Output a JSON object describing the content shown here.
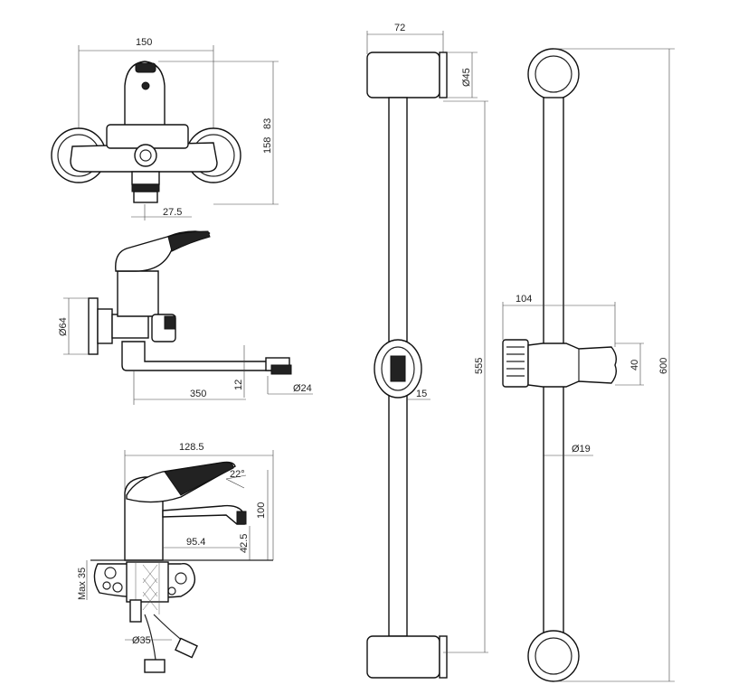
{
  "drawing": {
    "accent_color": "#222222",
    "background_color": "#ffffff",
    "dimensions": {
      "wall_mixer_width": "150",
      "wall_mixer_height": "158",
      "wall_mixer_height2": "83",
      "outlet_offset": "27.5",
      "spout_length": "350",
      "spout_drop": "12",
      "outlet_diameter": "Ø24",
      "flange_diameter": "Ø64",
      "basin_mixer_width": "128.5",
      "lever_angle": "22°",
      "basin_mixer_height": "100",
      "spout_reach": "95.4",
      "spout_height": "42.5",
      "max_thickness": "Max 35",
      "hole_diameter": "Ø35",
      "rail_bracket_depth": "72",
      "rail_bracket_diameter": "Ø45",
      "slider_width": "15",
      "rail_length_inner": "555",
      "holder_length": "104",
      "holder_height": "40",
      "rail_diameter": "Ø19",
      "rail_length_total": "600"
    }
  }
}
